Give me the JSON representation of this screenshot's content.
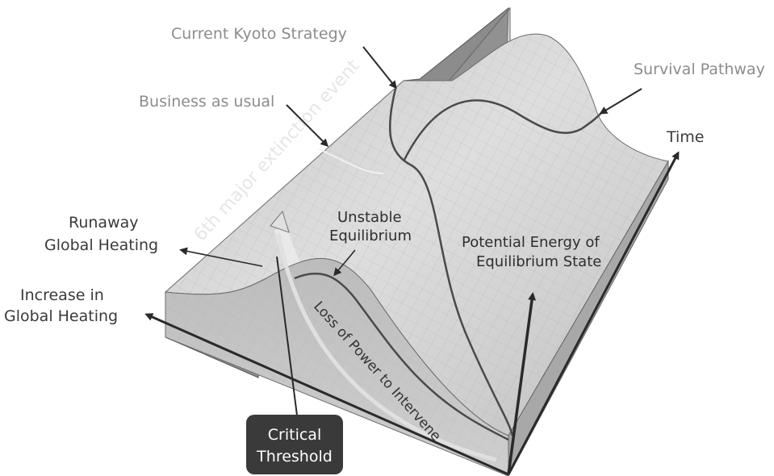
{
  "diagram": {
    "labels": {
      "current_kyoto": "Current Kyoto Strategy",
      "business_as_usual": "Business as usual",
      "survival_pathway": "Survival Pathway",
      "time_axis": "Time",
      "runaway_line1": "Runaway",
      "runaway_line2": "Global Heating",
      "unstable_line1": "Unstable",
      "unstable_line2": "Equilibrium",
      "potential_line1": "Potential Energy of",
      "potential_line2": "Equilibrium State",
      "increase_line1": "Increase in",
      "increase_line2": "Global Heating",
      "extinction": "6th major extinction event",
      "loss_of_power": "Loss of Power to Intervene",
      "critical_line1": "Critical",
      "critical_line2": "Threshold"
    },
    "colors": {
      "surface_light": "#d6d6d6",
      "surface_mid": "#b4b4b4",
      "side_wall": "#8e8e8e",
      "curve": "#4a4a4a",
      "arrow": "#2a2a2a",
      "threshold_box": "#3a3a3a"
    }
  }
}
